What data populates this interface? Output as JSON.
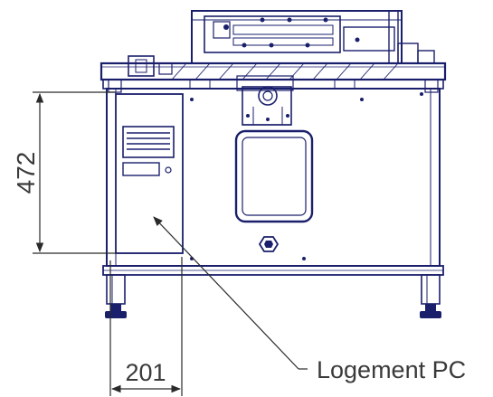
{
  "dimensions": {
    "height_label": "472",
    "width_label": "201"
  },
  "callout": {
    "label": "Logement PC"
  },
  "colors": {
    "line": "#1a1f6b",
    "dimension": "#2a2a2a",
    "text": "#3a3a3a",
    "background": "#ffffff"
  }
}
